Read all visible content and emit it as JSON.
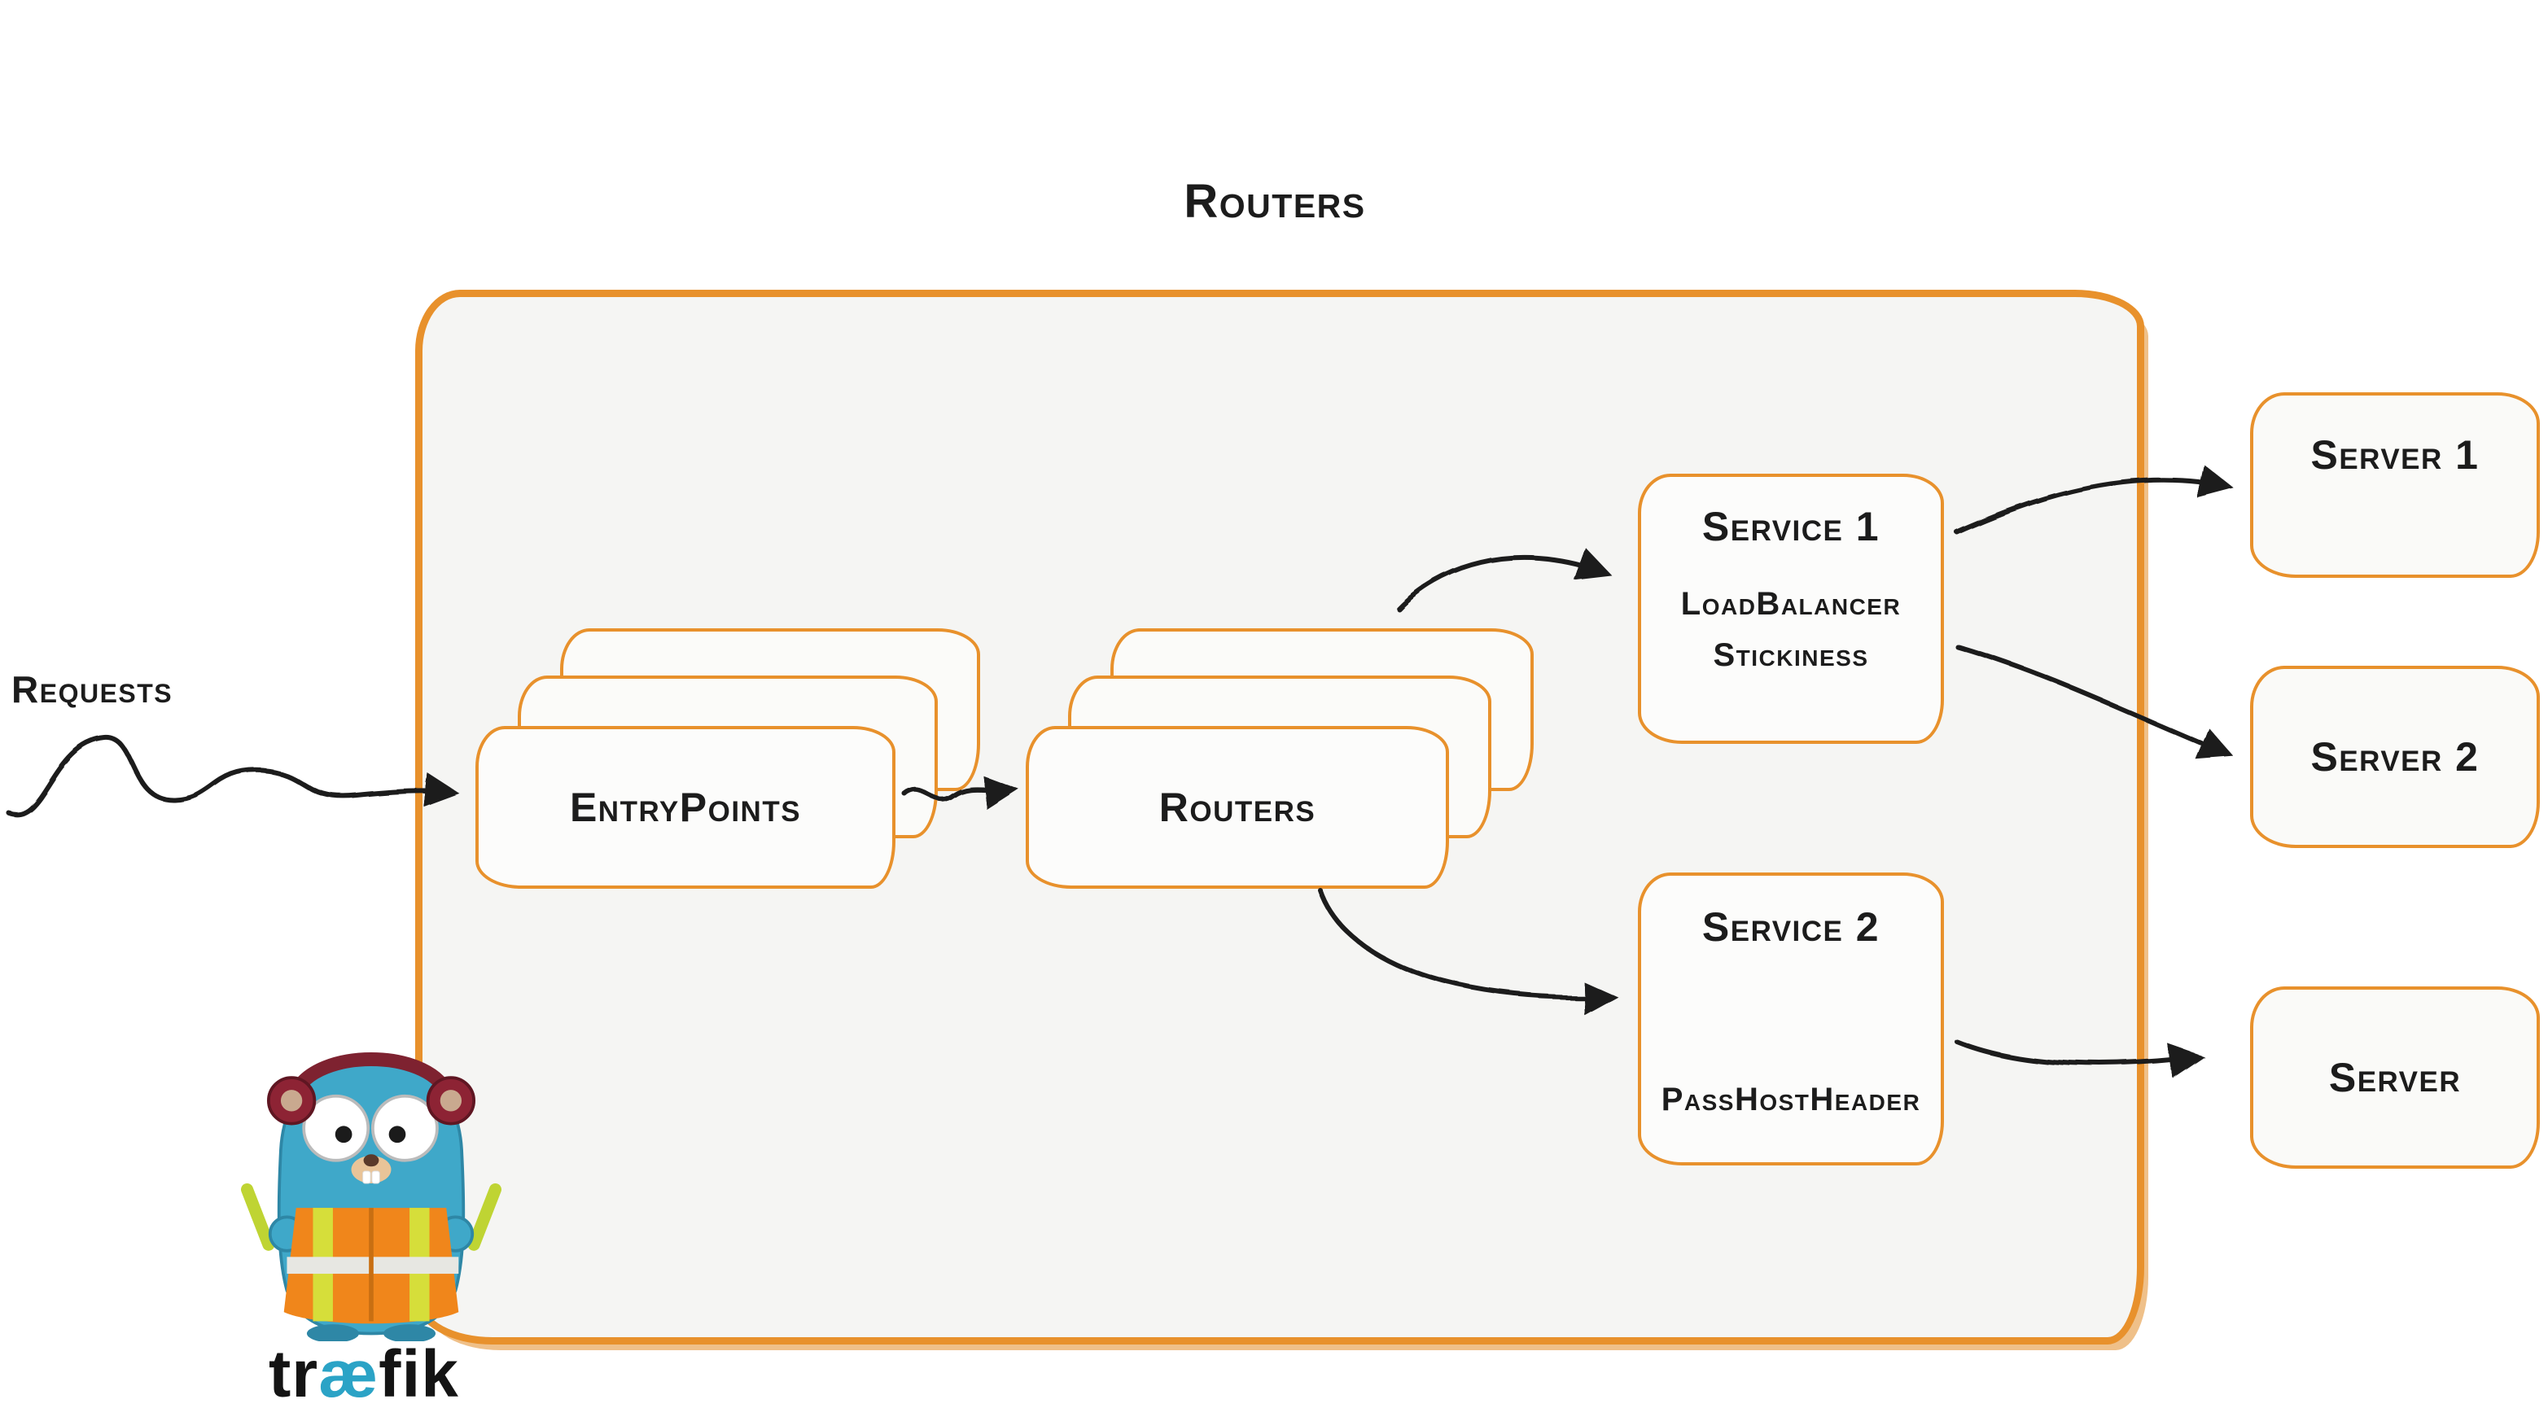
{
  "title": "Routers",
  "requests": {
    "label": "Requests"
  },
  "entrypoints": {
    "label": "EntryPoints"
  },
  "routers": {
    "label": "Routers"
  },
  "services": [
    {
      "name": "Service 1",
      "features": [
        "LoadBalancer",
        "Stickiness"
      ]
    },
    {
      "name": "Service 2",
      "features": [
        "PassHostHeader"
      ]
    }
  ],
  "servers": [
    {
      "label": "Server 1"
    },
    {
      "label": "Server 2"
    },
    {
      "label": "Server"
    }
  ],
  "logo": {
    "part1": "tr",
    "part2": "æ",
    "part3": "fik"
  },
  "colors": {
    "accent_orange": "#E8912C",
    "container_fill": "#F5F5F3",
    "card_fill": "#FCFCFB",
    "arrow_black": "#1C1C1C",
    "logo_teal": "#2BA3C6",
    "mascot_blue": "#3FA8C9",
    "vest_orange": "#F0861B",
    "glowstick_green": "#BFD433"
  }
}
